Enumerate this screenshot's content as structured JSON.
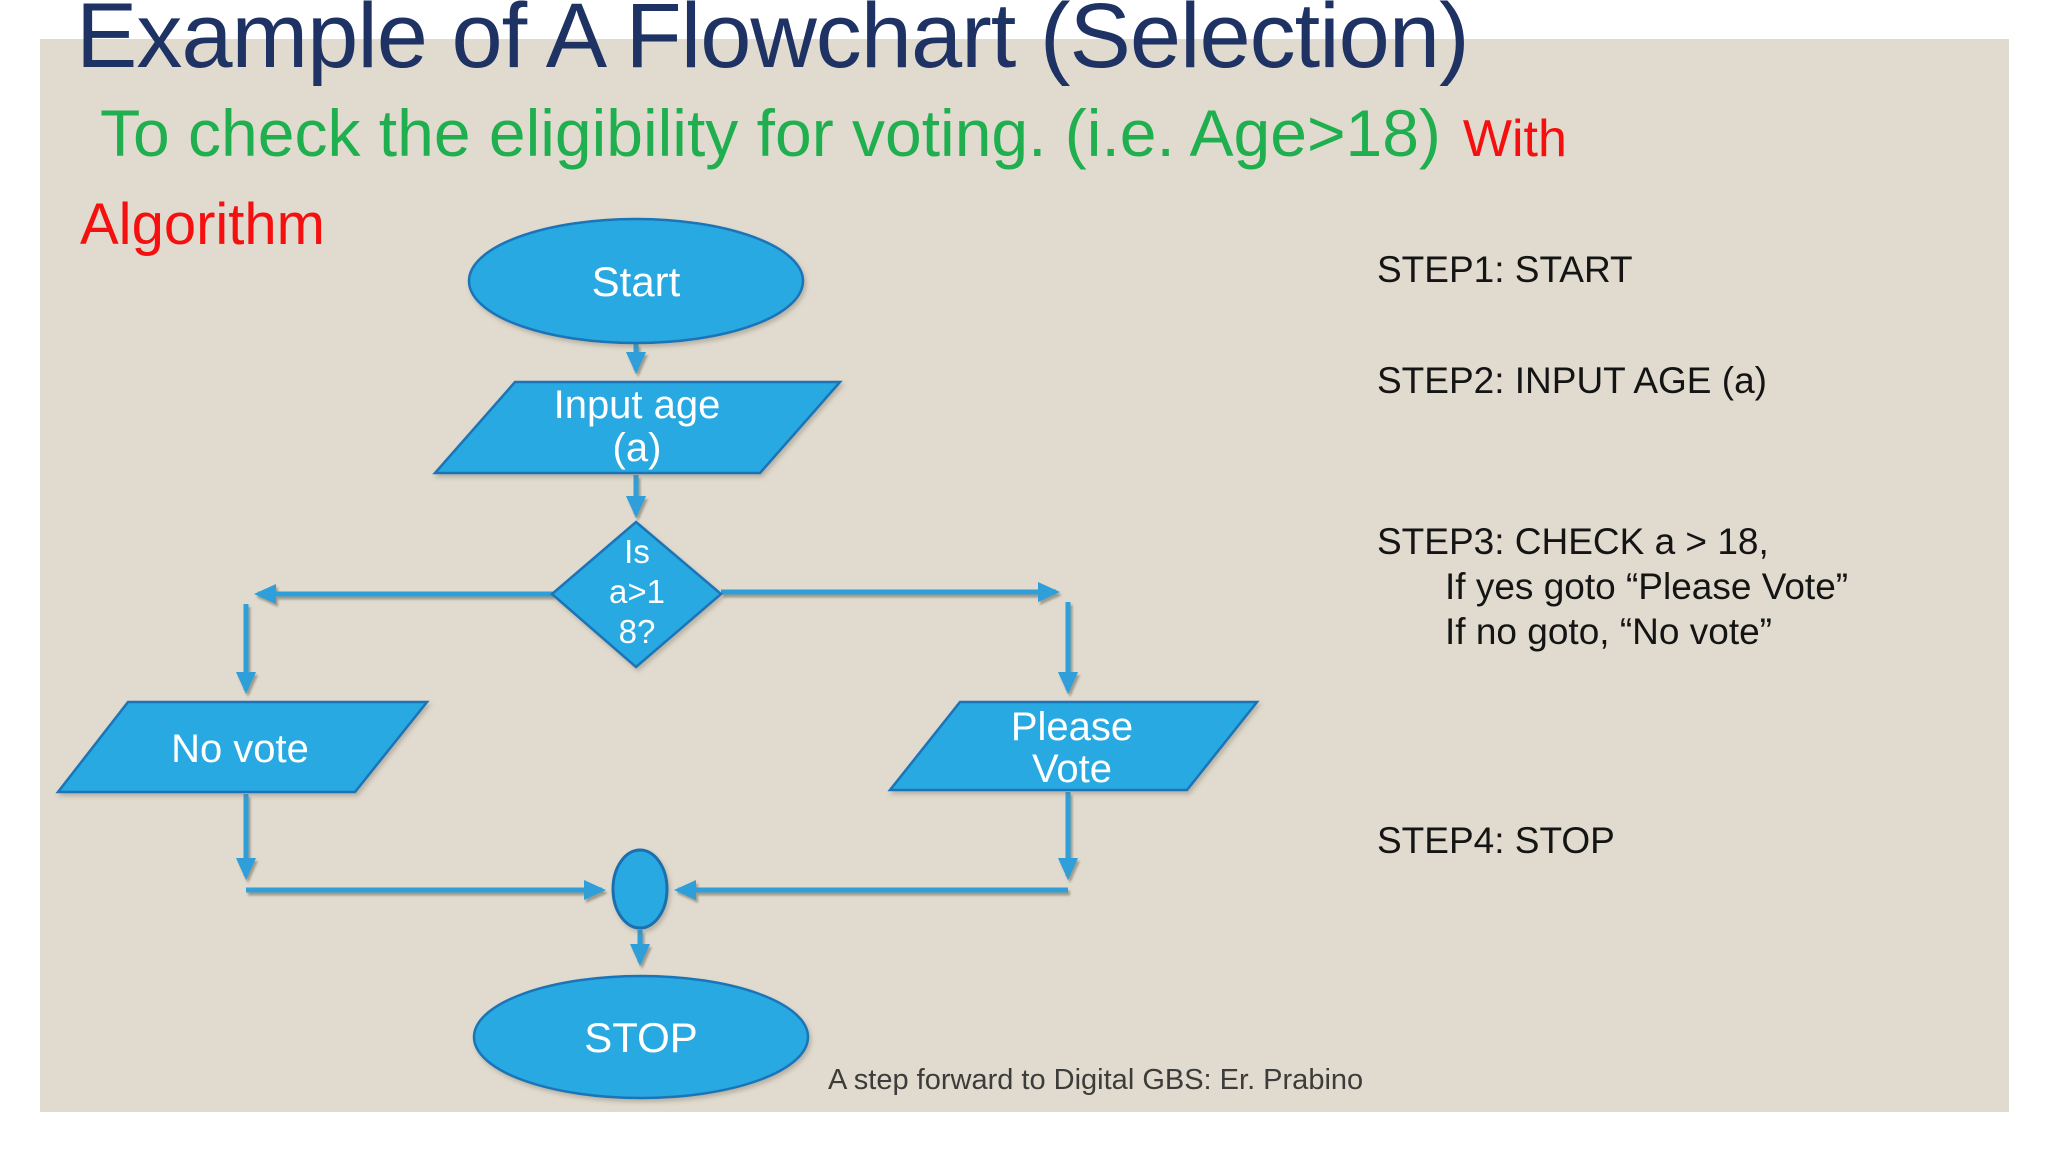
{
  "page": {
    "title": "Example of A Flowchart (Selection)",
    "subtitle": "To check the eligibility for voting. (i.e. Age>18)",
    "subtitle_suffix": "With",
    "subtitle_line2": "Algorithm",
    "footer": "A step forward to Digital GBS: Er. Prabino"
  },
  "flowchart": {
    "start": "Start",
    "input": {
      "line1": "Input age",
      "line2": "(a)"
    },
    "decision": {
      "line1": "Is",
      "line2": "a>1",
      "line3": "8?"
    },
    "no_vote": "No vote",
    "please_vote": {
      "line1": "Please",
      "line2": "Vote"
    },
    "stop": "STOP"
  },
  "steps": {
    "step1": "STEP1: START",
    "step2": "STEP2: INPUT AGE (a)",
    "step3": "STEP3: CHECK a > 18,",
    "step3_yes": "If yes goto “Please Vote”",
    "step3_no": "If no goto, “No vote”",
    "step4": "STEP4: STOP"
  },
  "colors": {
    "slide_background": "#E0DBCE",
    "title": "#1E3263",
    "subtitle_green": "#1FAF4F",
    "accent_red": "#F50F0F",
    "shape_fill": "#29A9E1",
    "shape_stroke": "#1B74B8",
    "connector": "#2E9FD9",
    "step_text": "#141414",
    "footer_text": "#3C3C3A"
  }
}
